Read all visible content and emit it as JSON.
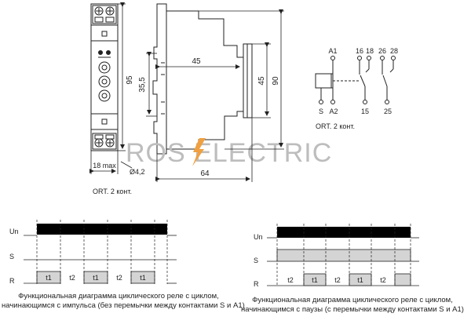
{
  "dimensions": {
    "d18max": "18 max",
    "d42": "Ø4,2",
    "d64": "64",
    "d45top": "45",
    "d355": "35,5",
    "d95": "95",
    "d45right": "45",
    "d90": "90",
    "caption": "ORT. 2 конт."
  },
  "watermark": "ROS ELECTRIC",
  "wiring": {
    "top_labels": [
      "A1",
      "16",
      "18",
      "26",
      "28"
    ],
    "bottom_labels": [
      "S",
      "A2",
      "15",
      "25"
    ],
    "caption": "ORT. 2 конт."
  },
  "timing_left": {
    "rows": [
      "Un",
      "S",
      "R"
    ],
    "intervals": [
      "t1",
      "t2",
      "t1",
      "t2",
      "t1"
    ],
    "caption_line1": "Функциональная диаграмма циклического реле с циклом,",
    "caption_line2": "начинающимся с импульса (без перемычки между контактами S и A1)"
  },
  "timing_right": {
    "rows": [
      "Un",
      "S",
      "R"
    ],
    "intervals": [
      "t2",
      "t1",
      "t2",
      "t1",
      "t2"
    ],
    "caption_line1": "Функциональная диаграмма циклического реле с циклом,",
    "caption_line2": "начинающимся с паузы (с перемычки между контактами S и A1)"
  },
  "colors": {
    "line": "#222222",
    "fill_gray": "#d4d4d4",
    "watermark": "#bdbdbd",
    "watermark_accent": "#f0a040"
  }
}
